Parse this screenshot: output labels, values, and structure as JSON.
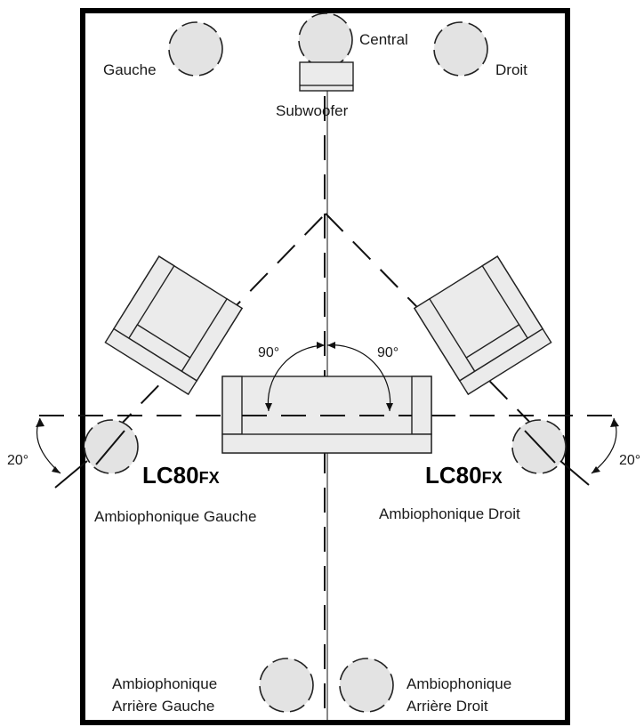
{
  "labels": {
    "left": "Gauche",
    "center": "Central",
    "right": "Droit",
    "subwoofer": "Subwoofer",
    "surround_left": "Ambiophonique Gauche",
    "surround_right": "Ambiophonique Droit",
    "rear_left_line1": "Ambiophonique",
    "rear_left_line2": "Arrière Gauche",
    "rear_right_line1": "Ambiophonique",
    "rear_right_line2": "Arrière Droit"
  },
  "angles": {
    "listening_left": "90°",
    "listening_right": "90°",
    "surround_left_tilt": "20°",
    "surround_right_tilt": "20°"
  },
  "model": {
    "left_main": "LC80",
    "left_suffix": "FX",
    "right_main": "LC80",
    "right_suffix": "FX"
  },
  "colors": {
    "speaker_fill": "#e3e3e3",
    "furniture_fill": "#ebebeb",
    "line": "#111111"
  }
}
